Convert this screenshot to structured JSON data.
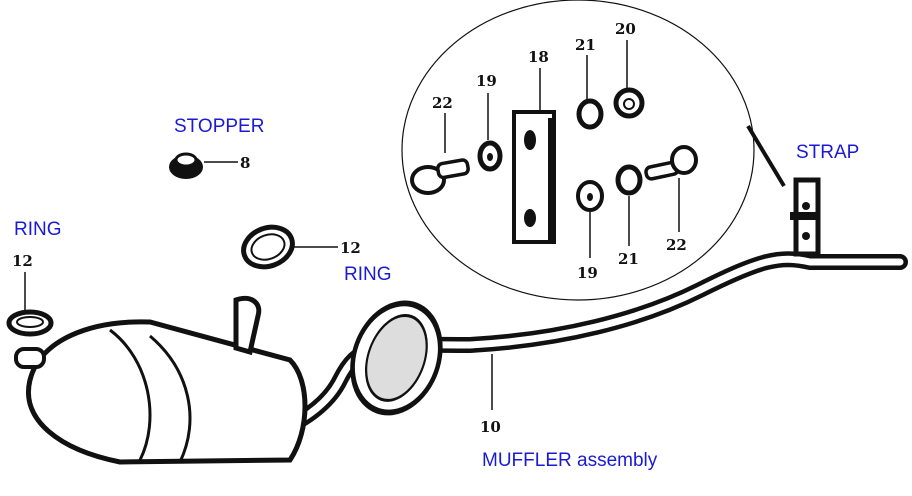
{
  "diagram": {
    "title": "Exhaust system parts diagram",
    "labels": {
      "stopper": "STOPPER",
      "ring_left": "RING",
      "ring_center": "RING",
      "strap": "STRAP",
      "muffler": "MUFFLER assembly"
    },
    "part_numbers": {
      "stopper": "8",
      "ring_left": "12",
      "ring_center": "12",
      "muffler": "10",
      "inset_bolt_left": "22",
      "inset_washer_left": "19",
      "inset_plate": "18",
      "inset_lockwasher_top": "21",
      "inset_nut": "20",
      "inset_washer_bottom": "19",
      "inset_lockwasher_bottom": "21",
      "inset_bolt_right": "22"
    },
    "colors": {
      "label_blue": "#1a1ad6",
      "ink": "#111111"
    }
  }
}
